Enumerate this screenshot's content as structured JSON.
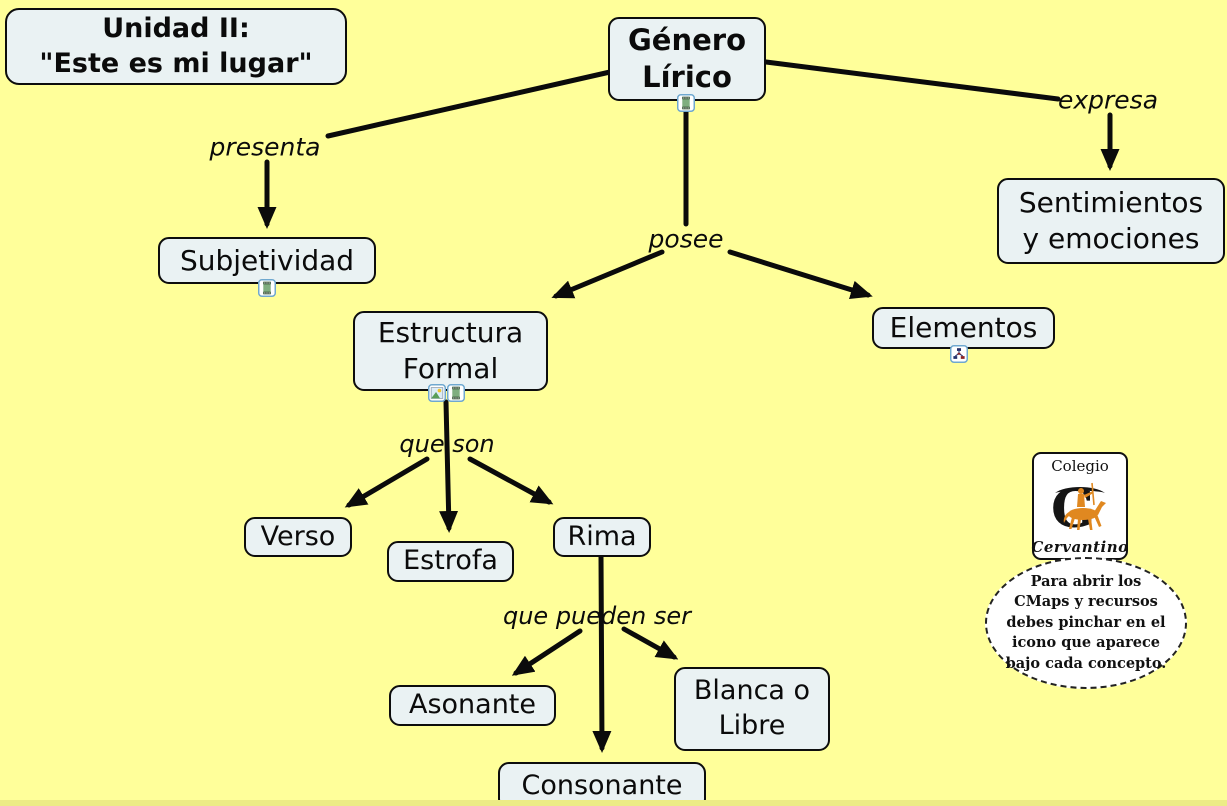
{
  "canvas": {
    "background_color": "#FFFF9A",
    "bottom_strip_color": "#ECEC86",
    "node_fill_color": "#EAF2F3",
    "node_border_color": "#0d0d0d",
    "line_color": "#0b0b0b"
  },
  "title": {
    "label": "Unidad II:\n\"Este es mi lugar\""
  },
  "concepts": {
    "genero": {
      "label": "Género\nLírico"
    },
    "sentimientos": {
      "label": "Sentimientos\ny emociones"
    },
    "subjetividad": {
      "label": "Subjetividad"
    },
    "estructura": {
      "label": "Estructura\nFormal"
    },
    "elementos": {
      "label": "Elementos"
    },
    "verso": {
      "label": "Verso"
    },
    "estrofa": {
      "label": "Estrofa"
    },
    "rima": {
      "label": "Rima"
    },
    "asonante": {
      "label": "Asonante"
    },
    "consonante": {
      "label": "Consonante"
    },
    "blanca": {
      "label": "Blanca o\nLibre"
    }
  },
  "links": {
    "presenta": "presenta",
    "posee": "posee",
    "expresa": "expresa",
    "que_son": "que son",
    "que_pueden_ser": "que pueden ser"
  },
  "resource_icons": {
    "genero_lirico": [
      "video"
    ],
    "subjetividad": [
      "video"
    ],
    "estructura_formal": [
      "image",
      "video"
    ],
    "elementos": [
      "cmap"
    ]
  },
  "logo": {
    "school": "Colegio",
    "name": "Cervantino",
    "accent_color": "#E08820"
  },
  "note": {
    "text": "Para abrir los\nCMaps y  recursos\ndebes pinchar en el\nicono que aparece\nbajo cada concepto."
  }
}
